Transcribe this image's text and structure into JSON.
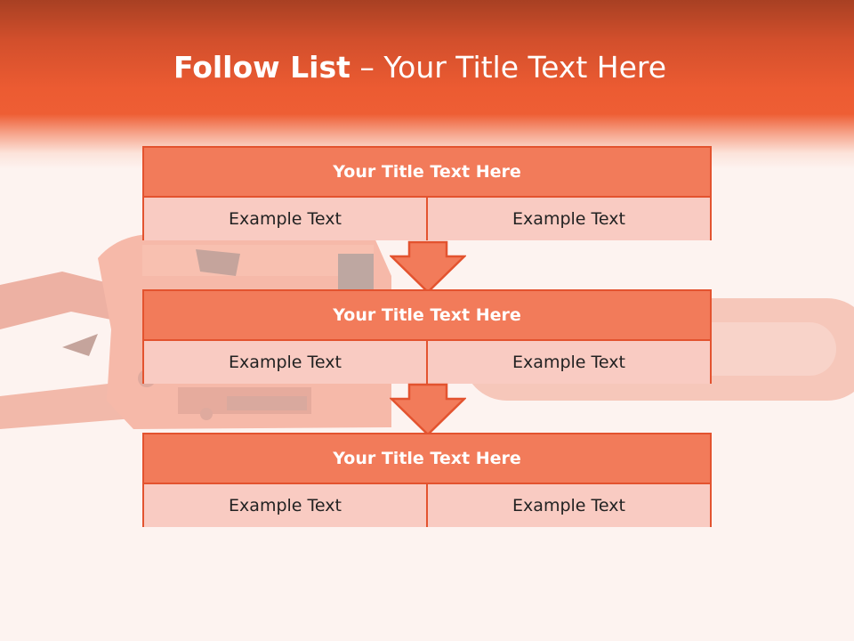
{
  "slide": {
    "title_bold": "Follow List",
    "title_rest": " – Your Title Text Here"
  },
  "blocks": [
    {
      "title": "Your Title Text Here",
      "left": "Example Text",
      "right": "Example Text"
    },
    {
      "title": "Your Title Text Here",
      "left": "Example Text",
      "right": "Example Text"
    },
    {
      "title": "Your Title Text Here",
      "left": "Example Text",
      "right": "Example Text"
    }
  ],
  "colors": {
    "header": "#ee5e34",
    "block_border": "#e3532f",
    "block_title_fill": "#f27b5a",
    "block_cell_fill": "#f9cbc2",
    "arrow_fill": "#f27b5a",
    "background": "#fdf3f0"
  },
  "images": {
    "background_picture": "chainsaw"
  }
}
